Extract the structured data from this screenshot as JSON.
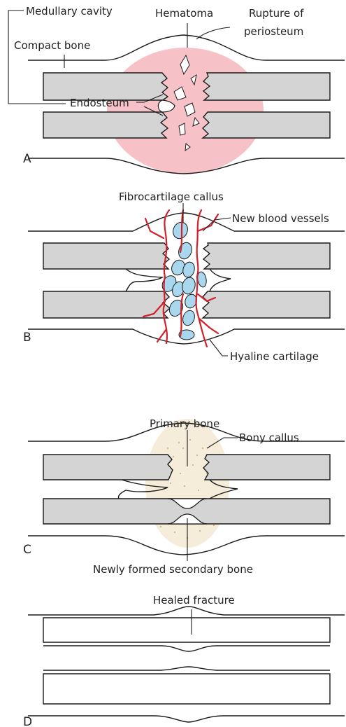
{
  "colors": {
    "hematoma": "#f6c2c7",
    "bone": "#d4d4d4",
    "vessels": "#d0202a",
    "cartilage": "#a9d8ee",
    "bony_callus": "#e8d5ad"
  },
  "panels": {
    "a": {
      "letter": "A",
      "medullary_cavity": "Medullary cavity",
      "hematoma": "Hematoma",
      "rupture_line1": "Rupture of",
      "rupture_line2": "periosteum",
      "compact_bone": "Compact bone",
      "endosteum": "Endosteum"
    },
    "b": {
      "letter": "B",
      "fibrocartilage": "Fibrocartilage callus",
      "vessels": "New blood vessels",
      "hyaline": "Hyaline cartilage"
    },
    "c": {
      "letter": "C",
      "primary_bone": "Primary bone",
      "bony_callus": "Bony callus",
      "secondary_bone": "Newly formed secondary bone"
    },
    "d": {
      "letter": "D",
      "healed": "Healed fracture"
    }
  }
}
